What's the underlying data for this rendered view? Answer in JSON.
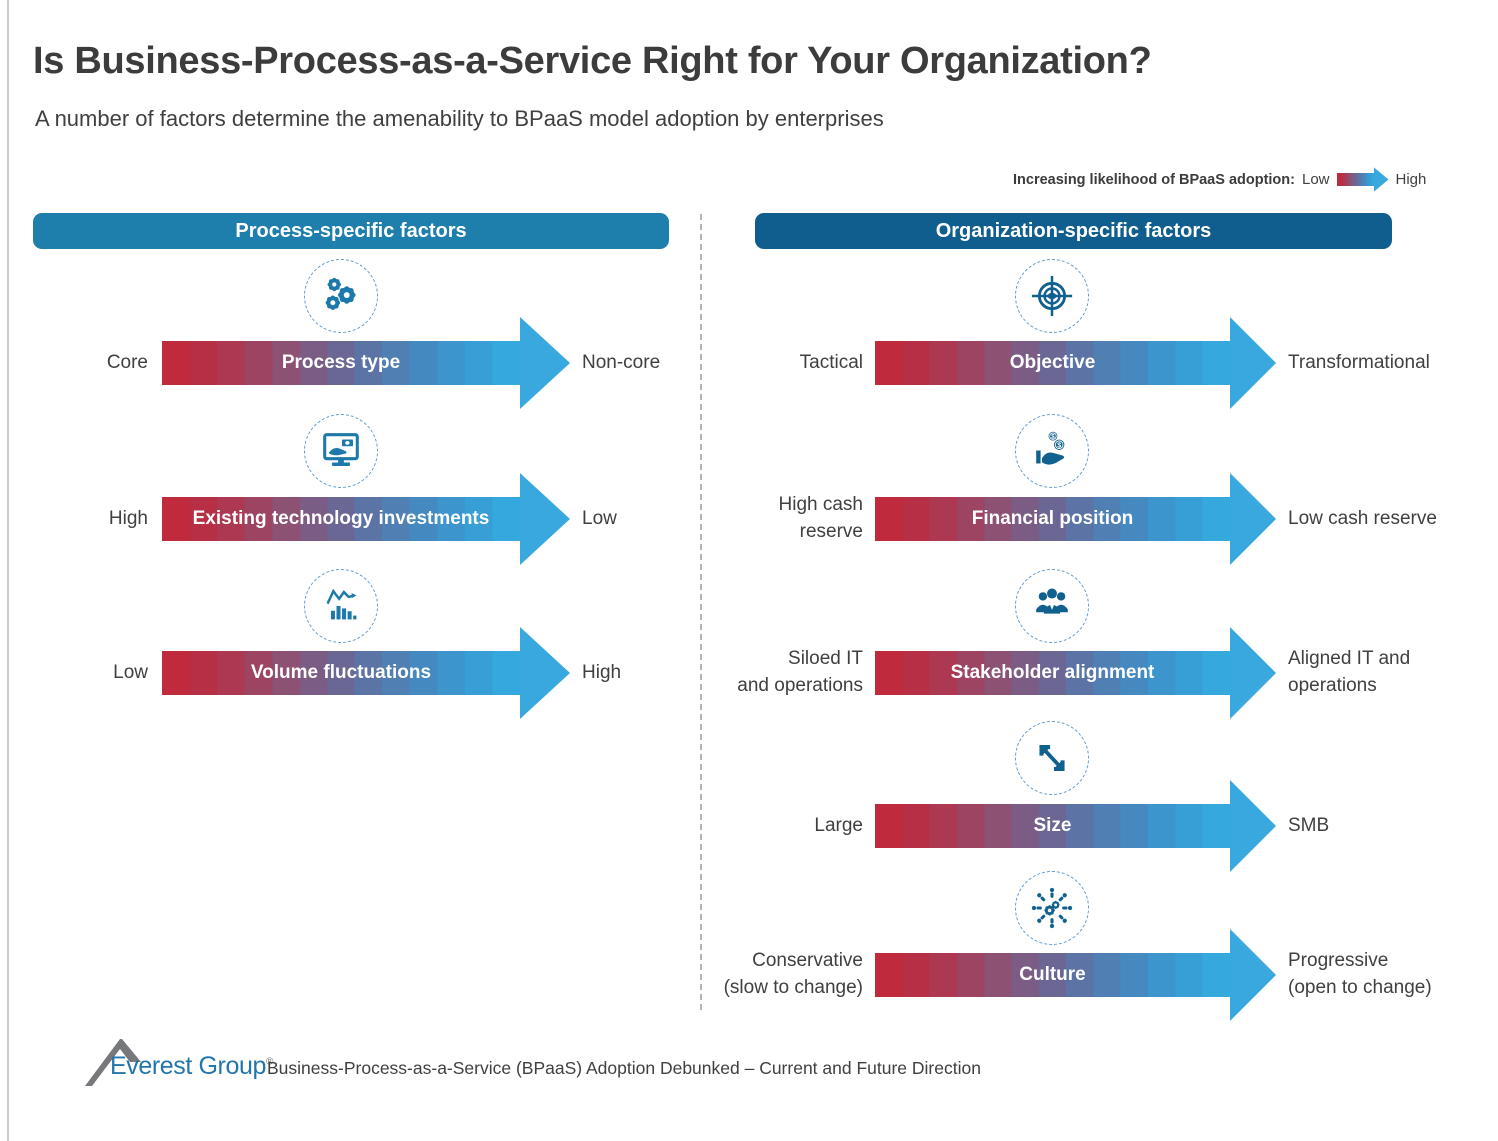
{
  "page": {
    "title": "Is Business-Process-as-a-Service Right for Your Organization?",
    "subtitle": "A number of factors determine the amenability to BPaaS model adoption by enterprises"
  },
  "legend": {
    "label": "Increasing likelihood of BPaaS adoption:",
    "low": "Low",
    "high": "High"
  },
  "columns": [
    {
      "header": "Process-specific factors",
      "factors": [
        {
          "icon": "gears-icon",
          "left": "Core",
          "label": "Process type",
          "right": "Non-core"
        },
        {
          "icon": "technology-investment-icon",
          "left": "High",
          "label": "Existing technology investments",
          "right": "Low"
        },
        {
          "icon": "volume-chart-icon",
          "left": "Low",
          "label": "Volume fluctuations",
          "right": "High"
        }
      ]
    },
    {
      "header": "Organization-specific factors",
      "factors": [
        {
          "icon": "target-icon",
          "left": "Tactical",
          "label": "Objective",
          "right": "Transformational"
        },
        {
          "icon": "financial-hand-icon",
          "left": "High cash\nreserve",
          "label": "Financial position",
          "right": "Low cash reserve"
        },
        {
          "icon": "stakeholders-icon",
          "left": "Siloed IT\nand operations",
          "label": "Stakeholder alignment",
          "right": "Aligned IT and\noperations"
        },
        {
          "icon": "resize-icon",
          "left": "Large",
          "label": "Size",
          "right": "SMB"
        },
        {
          "icon": "culture-icon",
          "left": "Conservative\n(slow to change)",
          "label": "Culture",
          "right": "Progressive\n(open to change)"
        }
      ]
    }
  ],
  "footer": {
    "logo_text": "Everest Group",
    "registered": "®",
    "caption": "Business-Process-as-a-Service (BPaaS) Adoption Debunked – Current and Future Direction"
  },
  "colors": {
    "left_header_bg": "#1E7FAD",
    "right_header_bg": "#0F5E8E",
    "arrow_red_start": "#BF2B3C",
    "arrow_blue_end": "#35A8DE",
    "arrow_head": "#38A8DE",
    "icon_blue_left": "#1D79AB",
    "icon_blue_right": "#11618F",
    "title_text": "#3C3C3D",
    "logo_blue": "#2376AC"
  }
}
